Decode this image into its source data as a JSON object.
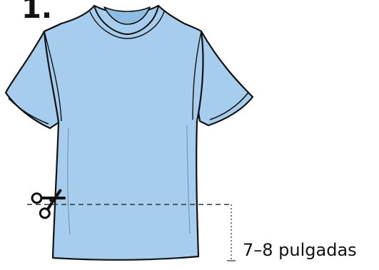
{
  "diagram": {
    "step_number": "1.",
    "measurement_label": "7–8 pulgadas",
    "colors": {
      "shirt_fill": "#A6CDED",
      "outline": "#111111",
      "cut_line": "#333333",
      "measure_line": "#444444"
    },
    "icons": [
      "t-shirt-illustration",
      "scissors-icon",
      "cut-line",
      "measurement-line"
    ]
  }
}
